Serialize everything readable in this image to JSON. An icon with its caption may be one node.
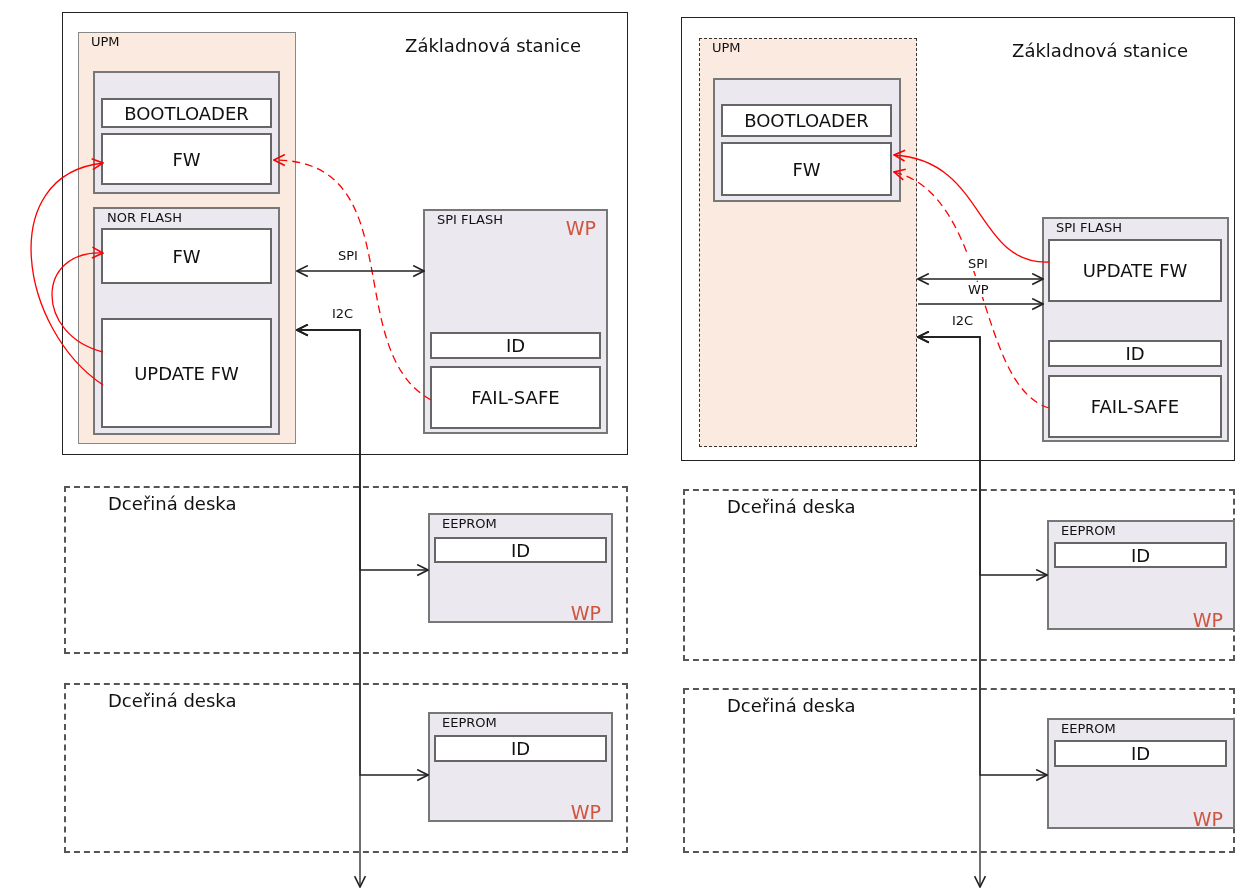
{
  "diagram": {
    "nodes": [
      {
        "text": [
          "Základnová stanice"
        ]
      },
      {
        "text": [
          "UPM"
        ],
        "in": 0
      },
      {
        "text": [],
        "shape": "box",
        "in": 1
      },
      {
        "text": [
          "BOOTLOADER"
        ],
        "in": 2
      },
      {
        "text": [
          "FW"
        ],
        "in": 2
      },
      {
        "text": [
          "NOR FLASH"
        ],
        "in": 1
      },
      {
        "text": [
          "FW"
        ],
        "in": 5
      },
      {
        "text": [
          "UPDATE FW"
        ],
        "in": 5
      },
      {
        "text": [
          "SPI FLASH",
          "WP"
        ],
        "in": 0
      },
      {
        "text": [
          "ID"
        ],
        "in": 8
      },
      {
        "text": [
          "FAIL-SAFE"
        ],
        "in": 8
      },
      {
        "text": [
          "Dceřiná deska"
        ]
      },
      {
        "text": [
          "EEPROM",
          "WP"
        ],
        "in": 11
      },
      {
        "text": [
          "ID"
        ],
        "in": 12
      },
      {
        "text": [
          "Dceřiná deska"
        ]
      },
      {
        "text": [
          "EEPROM",
          "WP"
        ],
        "in": 14
      },
      {
        "text": [
          "ID"
        ],
        "in": 15
      },
      {
        "text": [
          "Základnová stanice"
        ]
      },
      {
        "text": [
          "UPM"
        ],
        "in": 17
      },
      {
        "text": [],
        "shape": "box",
        "in": 18
      },
      {
        "text": [
          "BOOTLOADER"
        ],
        "in": 19
      },
      {
        "text": [
          "FW"
        ],
        "in": 19
      },
      {
        "text": [
          "SPI FLASH"
        ],
        "in": 17
      },
      {
        "text": [
          "UPDATE FW"
        ],
        "in": 22
      },
      {
        "text": [
          "ID"
        ],
        "in": 22
      },
      {
        "text": [
          "FAIL-SAFE"
        ],
        "in": 22
      },
      {
        "text": [
          "Dceřiná deska"
        ]
      },
      {
        "text": [
          "EEPROM",
          "WP"
        ],
        "in": 26
      },
      {
        "text": [
          "ID"
        ],
        "in": 27
      },
      {
        "text": [
          "Dceřiná deska"
        ]
      },
      {
        "text": [
          "EEPROM",
          "WP"
        ],
        "in": 29
      },
      {
        "text": [
          "ID"
        ],
        "in": 30
      }
    ],
    "edges": [
      {
        "from": 7,
        "to": 4,
        "arrow": "to",
        "color": "#ff0000"
      },
      {
        "from": 7,
        "to": 6,
        "arrow": "to",
        "color": "#ff0000"
      },
      {
        "from": 10,
        "to": 4,
        "arrow": "to",
        "style": "dashed",
        "color": "#ff0000"
      },
      {
        "from": 1,
        "to": 8,
        "arrow": "both",
        "label": "SPI"
      },
      {
        "from": 1,
        "to": 12,
        "arrow": "both",
        "label": "I2C"
      },
      {
        "from": 1,
        "to": 15,
        "arrow": "both"
      },
      {
        "from": 1,
        "to": null,
        "arrow": "both"
      },
      {
        "from": 23,
        "to": 21,
        "arrow": "to",
        "color": "#ff0000"
      },
      {
        "from": 25,
        "to": 21,
        "arrow": "to",
        "style": "dashed",
        "color": "#ff0000"
      },
      {
        "from": 18,
        "to": 22,
        "arrow": "both",
        "label": "SPI"
      },
      {
        "from": 18,
        "to": 22,
        "arrow": "to",
        "label": "WP"
      },
      {
        "from": 18,
        "to": 27,
        "arrow": "both",
        "label": "I2C"
      },
      {
        "from": 18,
        "to": 30,
        "arrow": "both"
      },
      {
        "from": 18,
        "to": null,
        "arrow": "both"
      }
    ]
  }
}
